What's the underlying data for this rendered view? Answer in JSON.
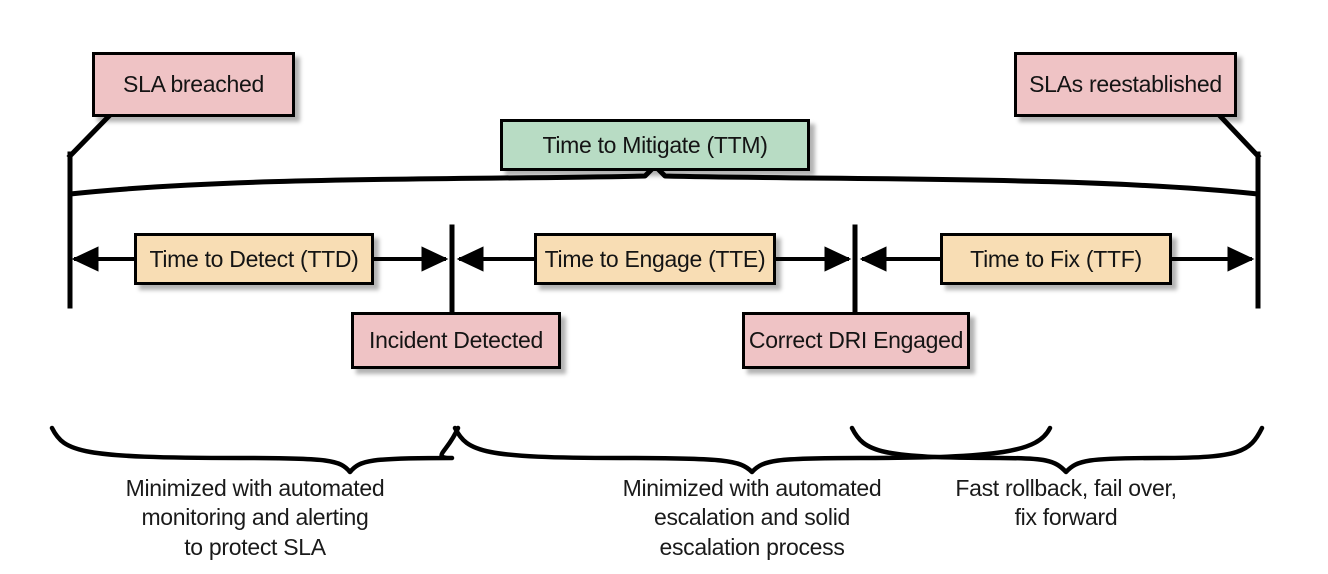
{
  "diagram": {
    "title": "Incident response timeline with SLA phases",
    "colors": {
      "milestone_fill": "#EFC3C5",
      "mitigate_fill": "#B8DCC4",
      "metric_fill": "#F8DDB4",
      "stroke": "#000000",
      "background": "#FFFFFF",
      "text": "#141414"
    },
    "milestones": [
      {
        "id": "sla-breached",
        "label": "SLA breached"
      },
      {
        "id": "incident-detected",
        "label": "Incident Detected"
      },
      {
        "id": "correct-dri-engaged",
        "label": "Correct DRI Engaged"
      },
      {
        "id": "slas-reestablished",
        "label": "SLAs reestablished"
      }
    ],
    "mitigate": {
      "id": "time-to-mitigate",
      "label": "Time to Mitigate (TTM)"
    },
    "phases": [
      {
        "id": "time-to-detect",
        "label": "Time to Detect (TTD)"
      },
      {
        "id": "time-to-engage",
        "label": "Time to Engage (TTE)"
      },
      {
        "id": "time-to-fix",
        "label": "Time to Fix (TTF)"
      }
    ],
    "captions": [
      {
        "id": "caption-detect",
        "text": "Minimized with automated\nmonitoring and alerting\nto protect SLA"
      },
      {
        "id": "caption-engage",
        "text": "Minimized with automated\nescalation and solid\nescalation process"
      },
      {
        "id": "caption-fix",
        "text": "Fast rollback, fail over,\nfix forward"
      }
    ]
  }
}
